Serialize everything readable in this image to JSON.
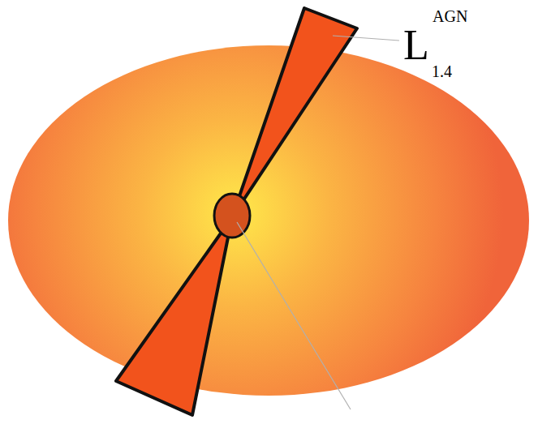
{
  "diagram": {
    "labels": [
      "L",
      "1.4",
      "AGN"
    ]
  }
}
